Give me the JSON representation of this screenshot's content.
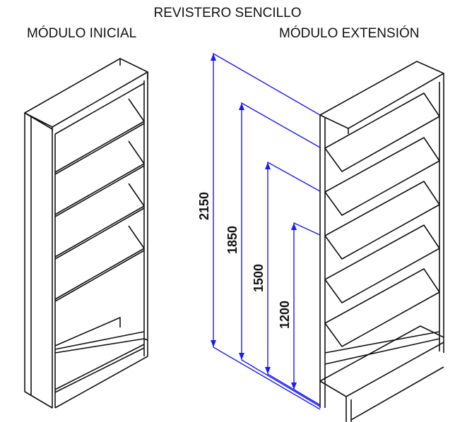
{
  "title": "REVISTERO SENCILLO",
  "modules": {
    "initial": "MÓDULO INICIAL",
    "extension": "MÓDULO EXTENSIÓN"
  },
  "dimensions": {
    "total": "2150",
    "level_3": "1850",
    "level_2": "1500",
    "level_1": "1200"
  },
  "colors": {
    "outline": "#111111",
    "dimension_lines": "#1a1aff"
  }
}
